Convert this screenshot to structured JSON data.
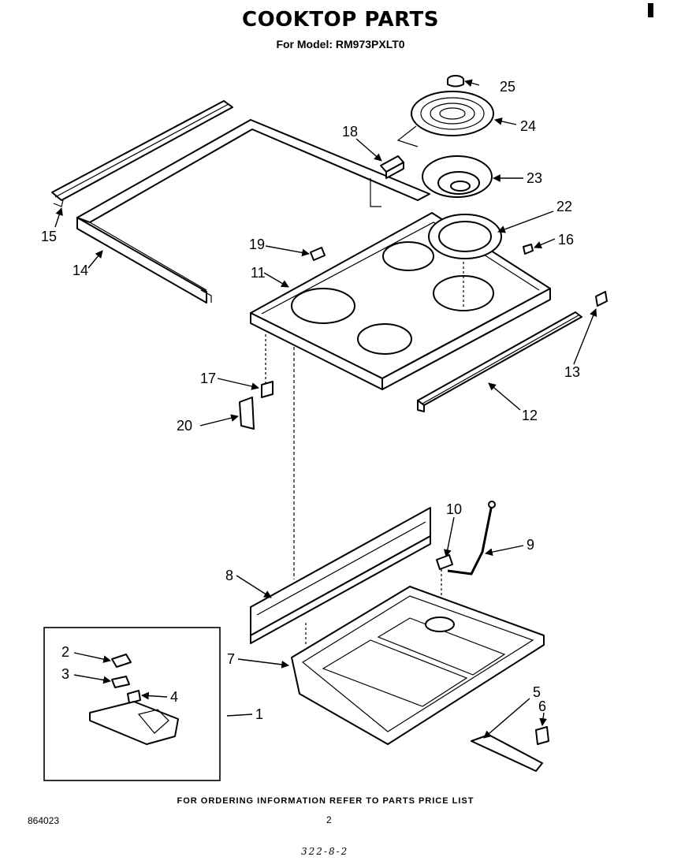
{
  "header": {
    "title": "COOKTOP PARTS",
    "model_line": "For Model: RM973PXLT0"
  },
  "callouts": [
    {
      "id": "c1",
      "label": "1"
    },
    {
      "id": "c2",
      "label": "2"
    },
    {
      "id": "c3",
      "label": "3"
    },
    {
      "id": "c4",
      "label": "4"
    },
    {
      "id": "c5",
      "label": "5"
    },
    {
      "id": "c6",
      "label": "6"
    },
    {
      "id": "c7",
      "label": "7"
    },
    {
      "id": "c8",
      "label": "8"
    },
    {
      "id": "c9",
      "label": "9"
    },
    {
      "id": "c10",
      "label": "10"
    },
    {
      "id": "c11",
      "label": "11"
    },
    {
      "id": "c12",
      "label": "12"
    },
    {
      "id": "c13",
      "label": "13"
    },
    {
      "id": "c14",
      "label": "14"
    },
    {
      "id": "c15",
      "label": "15"
    },
    {
      "id": "c16",
      "label": "16"
    },
    {
      "id": "c17",
      "label": "17"
    },
    {
      "id": "c18",
      "label": "18"
    },
    {
      "id": "c19",
      "label": "19"
    },
    {
      "id": "c20",
      "label": "20"
    },
    {
      "id": "c22",
      "label": "22"
    },
    {
      "id": "c23",
      "label": "23"
    },
    {
      "id": "c24",
      "label": "24"
    },
    {
      "id": "c25",
      "label": "25"
    }
  ],
  "footer": {
    "ordering_note": "FOR ORDERING INFORMATION REFER TO PARTS PRICE LIST",
    "document_number": "864023",
    "page_number": "2",
    "handwritten_code": "322-8-2"
  }
}
